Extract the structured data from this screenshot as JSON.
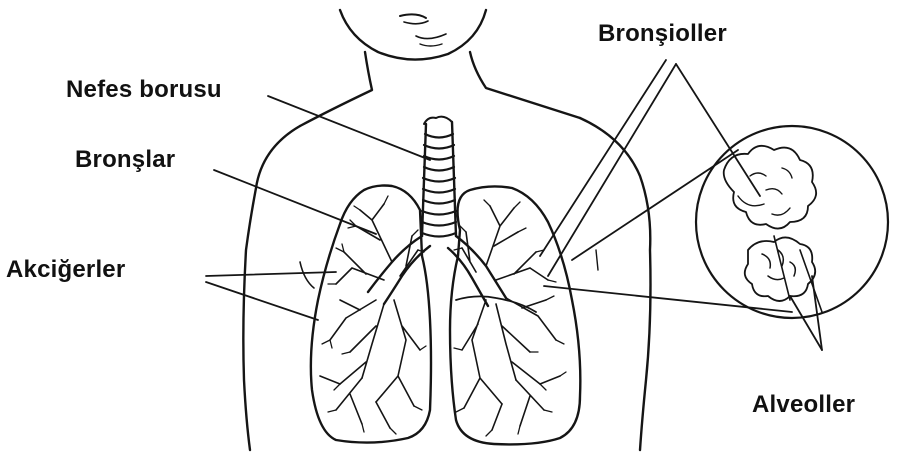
{
  "labels": {
    "trachea": "Nefes borusu",
    "bronchi": "Bronşlar",
    "lungs": "Akciğerler",
    "bronchioles": "Bronşioller",
    "alveoli": "Alveoller"
  },
  "colors": {
    "ink": "#111111",
    "background": "#ffffff"
  }
}
